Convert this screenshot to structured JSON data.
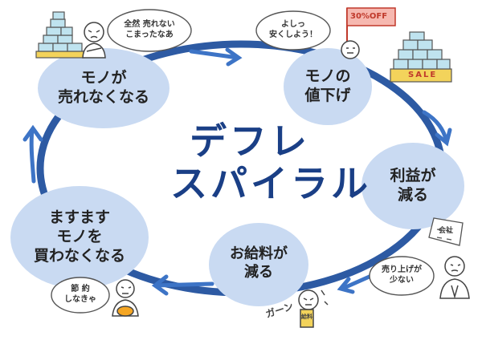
{
  "title": {
    "line1": "デフレ",
    "line2": "スパイラル"
  },
  "nodes": [
    {
      "label": "モノが\n売れなくなる"
    },
    {
      "label": "モノの\n値下げ"
    },
    {
      "label": "利益が\n減る"
    },
    {
      "label": "お給料が\n減る"
    },
    {
      "label": "ますます\nモノを\n買わなくなる"
    }
  ],
  "bubbles": [
    {
      "text": "全然 売れない\nこまったなあ"
    },
    {
      "text": "よしっ\n安くしよう！"
    },
    {
      "text": "売り上げが\n少ない"
    },
    {
      "text": "節 約\nしなきゃ"
    }
  ],
  "signs": {
    "flag": "30%OFF",
    "sale": "SALE",
    "company": "会社",
    "payslip": "給料",
    "sound": "ガーン"
  },
  "colors": {
    "node_fill": "#c9daf2",
    "ring": "#2d5aa3",
    "title": "#1a3f86",
    "arrow": "#3d74c6"
  }
}
